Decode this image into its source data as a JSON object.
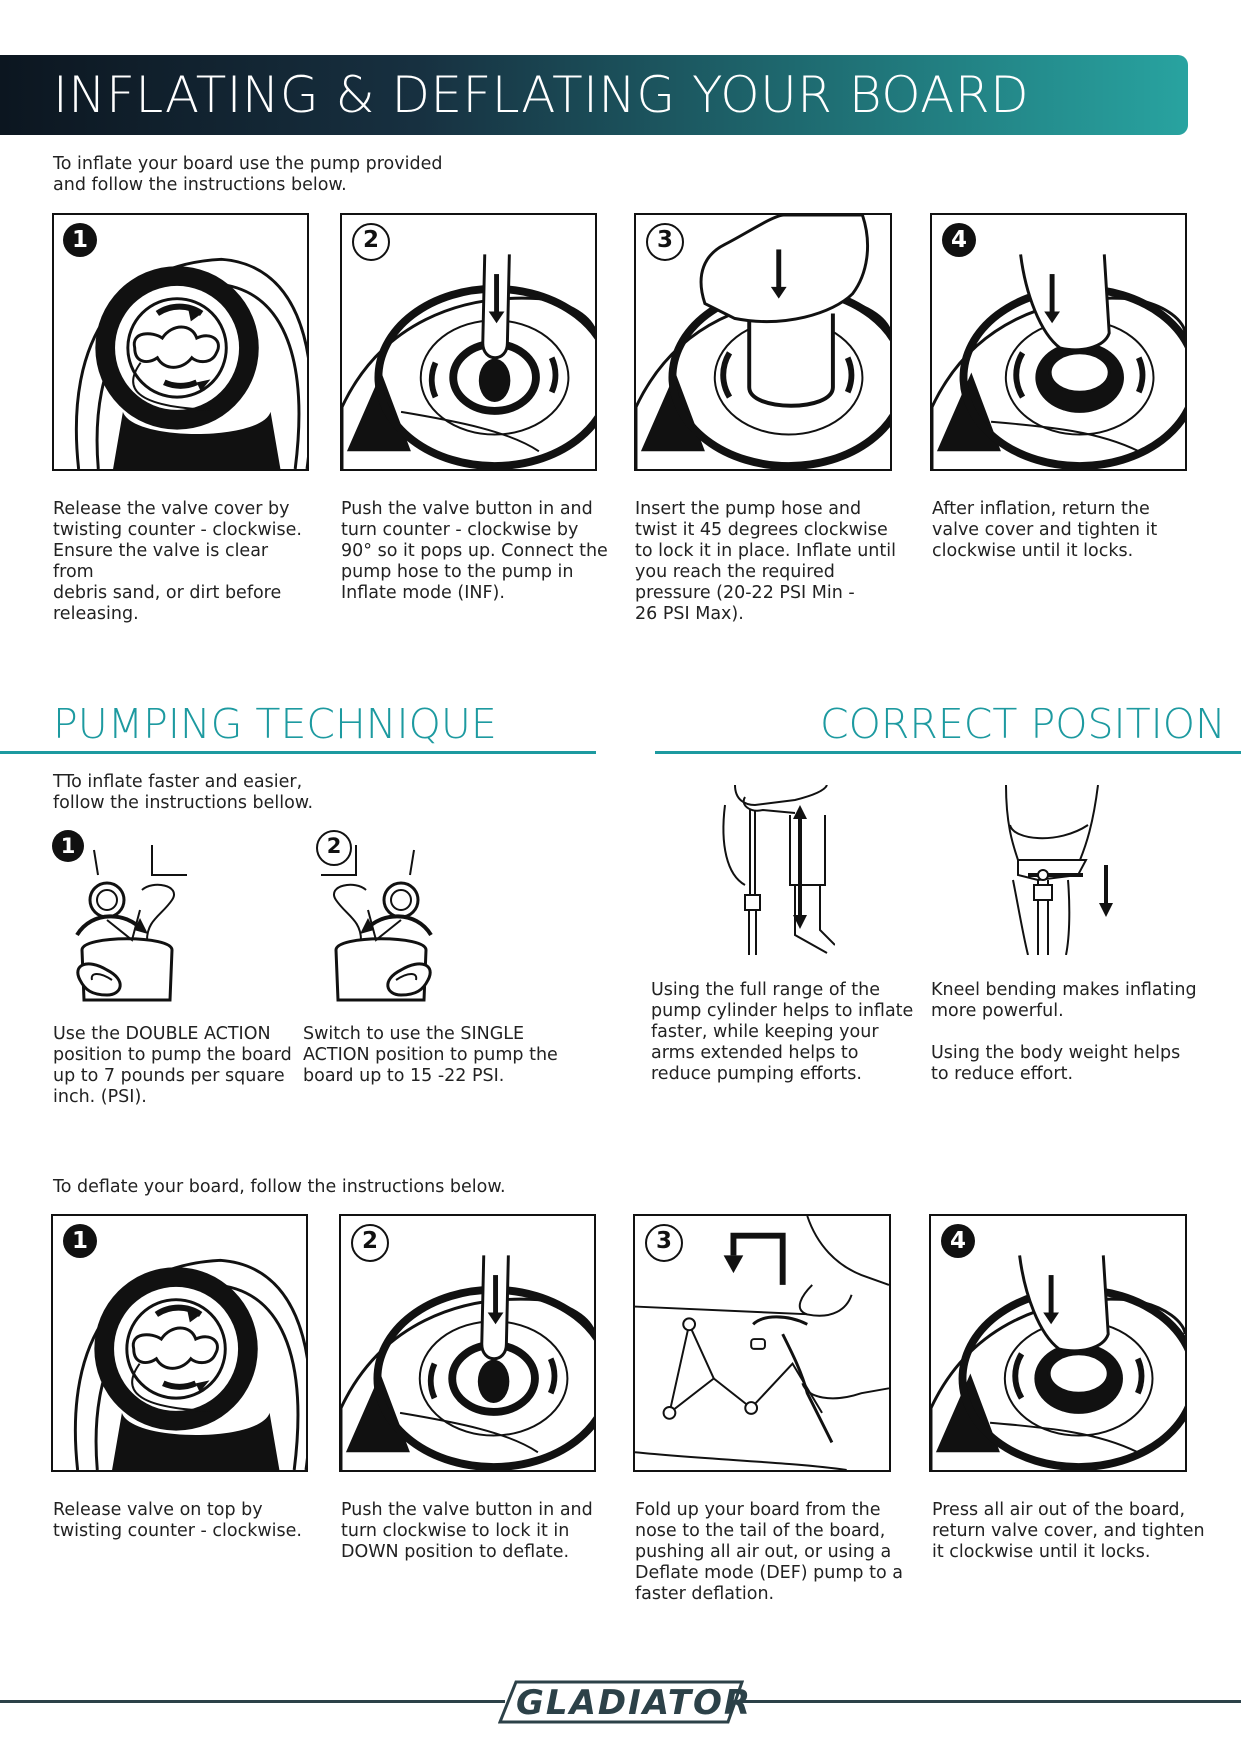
{
  "header": {
    "title": "INFLATING & DEFLATING YOUR BOARD"
  },
  "inflate": {
    "intro": [
      "To inflate your board use the pump provided",
      "and follow the instructions below."
    ],
    "steps": [
      {
        "num": "1",
        "lines": [
          "Release the valve cover by",
          "twisting counter - clockwise.",
          "Ensure the valve is clear from",
          "debris sand, or dirt before",
          "releasing."
        ]
      },
      {
        "num": "2",
        "lines": [
          "Push the valve button in and",
          "turn counter - clockwise by",
          "90° so it pops up. Connect the",
          "pump hose to the pump in",
          "Inflate mode (INF)."
        ]
      },
      {
        "num": "3",
        "lines": [
          "Insert the pump hose and",
          "twist it 45 degrees clockwise",
          "to lock it in place. Inflate until",
          "you reach the required",
          "pressure (20-22 PSI Min -",
          "26 PSI Max)."
        ]
      },
      {
        "num": "4",
        "lines": [
          "After inflation, return the",
          "valve cover and tighten it",
          "clockwise until it locks."
        ]
      }
    ]
  },
  "pumping": {
    "title": "PUMPING TECHNIQUE",
    "intro": [
      "TTo inflate faster and easier,",
      "follow the instructions bellow."
    ],
    "steps": [
      {
        "num": "1",
        "lines": [
          "Use the DOUBLE ACTION",
          "position to pump the board",
          "up to 7 pounds per square",
          "inch. (PSI)."
        ]
      },
      {
        "num": "2",
        "lines": [
          "Switch to use the SINGLE",
          "ACTION position to pump the",
          "board up to 15 -22 PSI."
        ]
      }
    ]
  },
  "position": {
    "title": "CORRECT POSITION",
    "items": [
      {
        "lines": [
          "Using the full range of the",
          "pump cylinder helps to inflate",
          "faster, while keeping your",
          "arms extended helps to",
          "reduce pumping efforts."
        ]
      },
      {
        "lines": [
          "Kneel bending makes inflating",
          "more powerful.",
          "",
          "Using the body weight helps",
          "to reduce effort."
        ]
      }
    ]
  },
  "deflate": {
    "intro": "To deflate your board, follow the instructions below.",
    "steps": [
      {
        "num": "1",
        "lines": [
          "Release valve on top by",
          "twisting counter - clockwise."
        ]
      },
      {
        "num": "2",
        "lines": [
          "Push the valve button in and",
          "turn clockwise to lock it in",
          "DOWN position to deflate."
        ]
      },
      {
        "num": "3",
        "lines": [
          "Fold up your board from the",
          "nose to the tail of the board,",
          "pushing all air out, or using a",
          "Deflate mode (DEF) pump to a",
          "faster deflation."
        ]
      },
      {
        "num": "4",
        "lines": [
          "Press all air out of the board,",
          "return valve cover, and tighten",
          "it clockwise until it locks."
        ]
      }
    ]
  },
  "footer": {
    "brand": "GLADIATOR"
  },
  "colors": {
    "accent": "#1d9aa0",
    "banner_dark": "#0c1620",
    "banner_light": "#28a3a0",
    "footer": "#2c4148"
  }
}
